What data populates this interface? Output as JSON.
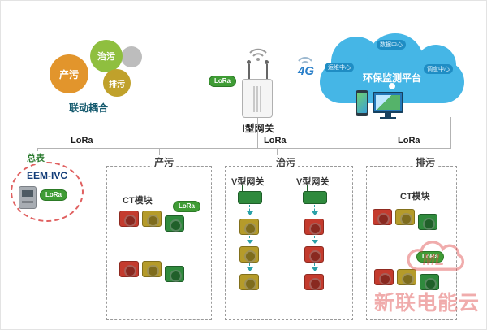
{
  "gears": {
    "items": [
      {
        "label": "产污"
      },
      {
        "label": "治污"
      },
      {
        "label": "排污"
      }
    ],
    "caption": "联动耦合"
  },
  "gateway": {
    "label": "I型网关",
    "lora": "LoRa",
    "network": "4G"
  },
  "cloud": {
    "title": "环保监测平台",
    "badge_top": "数据中心",
    "badge_left": "运维中心",
    "badge_right": "调度中心"
  },
  "bus": {
    "labels": [
      "LoRa",
      "LoRa",
      "LoRa"
    ]
  },
  "meter": {
    "tag": "总表",
    "model": "EEM-IVC",
    "lora": "LoRa"
  },
  "zones": [
    {
      "title": "产污",
      "module_label": "CT模块",
      "lora": "LoRa"
    },
    {
      "title": "治污",
      "gateway_left": "V型网关",
      "gateway_right": "V型网关"
    },
    {
      "title": "排污",
      "module_label": "CT模块",
      "lora": "LoRa"
    }
  ],
  "watermark": {
    "brand": "新联电能云",
    "logo": "ML"
  },
  "colors": {
    "cloud_blue": "#45b6e6",
    "lora_green": "#3f9c35",
    "device_red": "#c43b2e",
    "device_yellow": "#b59b2a",
    "device_green": "#2f8a3d",
    "gear_orange": "#e2952c",
    "gear_green": "#8fbf3f",
    "gear_yellow": "#c0a12b",
    "watermark_red": "#e04848"
  }
}
